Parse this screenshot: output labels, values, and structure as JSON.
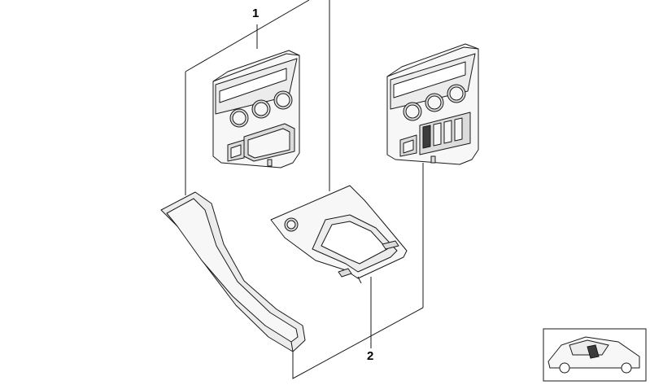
{
  "callouts": [
    {
      "id": "1",
      "label": "1"
    },
    {
      "id": "2",
      "label": "2"
    }
  ],
  "colors": {
    "line": "#1a1a1a",
    "part_fill": "#f7f7f7",
    "part_shade": "#dcdcdc",
    "trim_fill": "#ececec",
    "highlight": "#3c3c3c"
  }
}
